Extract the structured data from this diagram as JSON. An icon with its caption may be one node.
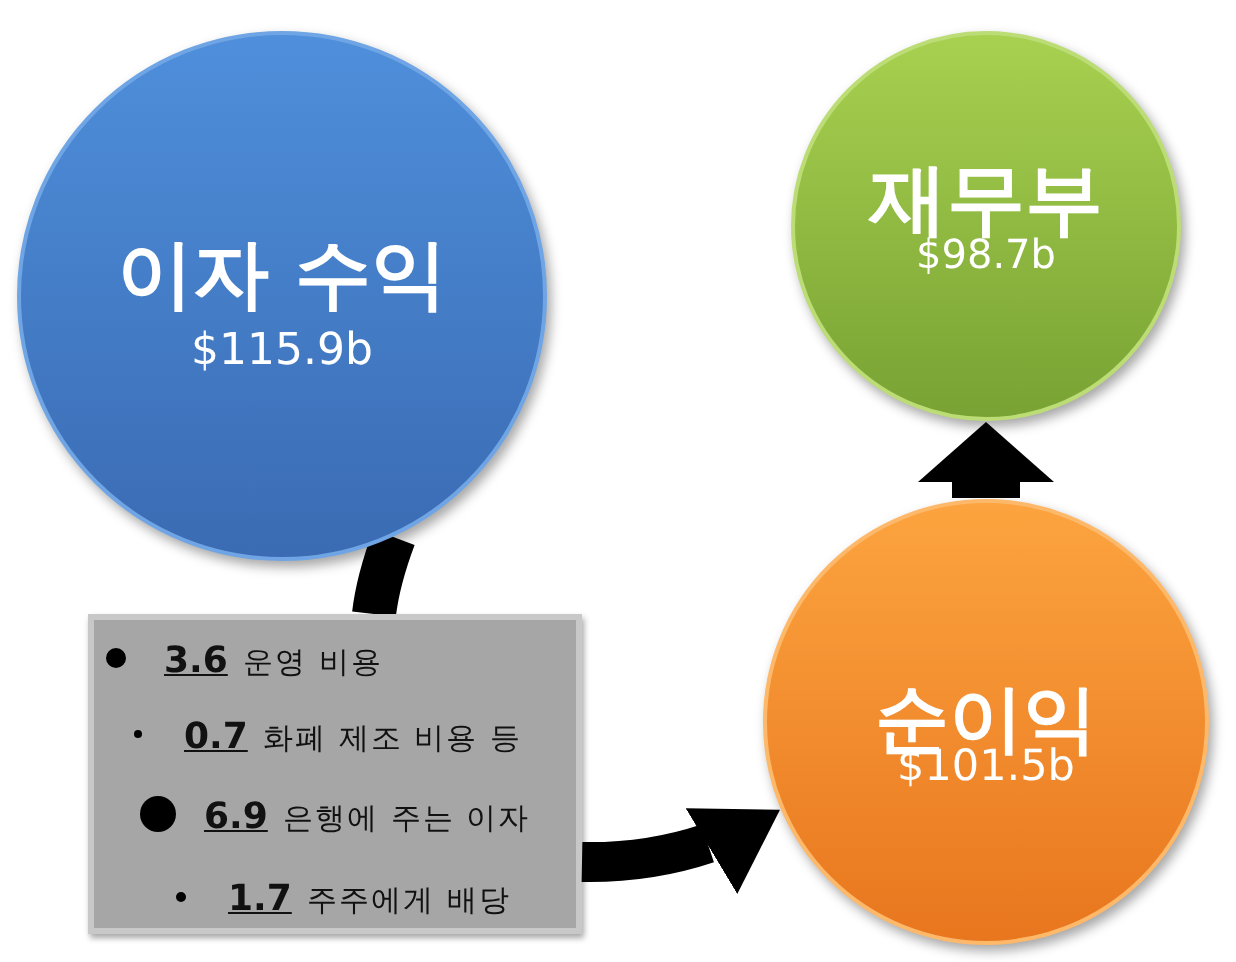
{
  "diagram": {
    "nodes": [
      {
        "text": [
          "이자 수익",
          "$115.9b"
        ]
      },
      {
        "text": [
          "재무부",
          "$98.7b"
        ]
      },
      {
        "text": [
          "**3.6** 운영 비용",
          "**0.7** 화폐 제조 비용 등",
          "**6.9** 은행에 주는 이자",
          "**1.7** 주주에게 배당"
        ]
      },
      {
        "text": [
          "순이익",
          "$101.5b"
        ]
      }
    ],
    "edges": [
      {
        "from": 0,
        "to": 2,
        "arrow": "none"
      },
      {
        "from": 2,
        "to": 3,
        "arrow": "to"
      },
      {
        "from": 3,
        "to": 1,
        "arrow": "to"
      }
    ]
  }
}
